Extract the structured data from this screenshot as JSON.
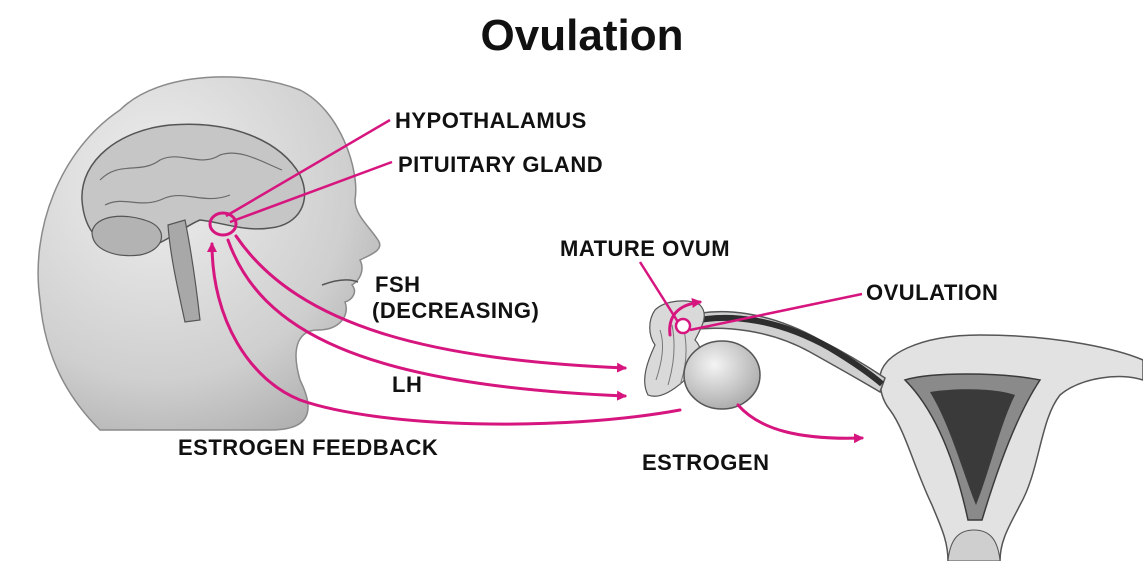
{
  "title": "Ovulation",
  "labels": {
    "hypothalamus": "HYPOTHALAMUS",
    "pituitary": "PITUITARY GLAND",
    "mature_ovum": "MATURE OVUM",
    "ovulation": "OVULATION",
    "fsh_line1": "FSH",
    "fsh_line2": "(DECREASING)",
    "lh": "LH",
    "estrogen_feedback": "ESTROGEN FEEDBACK",
    "estrogen": "ESTROGEN"
  },
  "colors": {
    "arrow": "#d6157f",
    "ink": "#111111",
    "head_shade": "#d4d4d4",
    "head_dark": "#9a9a9a",
    "tissue": "#e2e2e2",
    "tissue_dark": "#3a3a3a"
  }
}
